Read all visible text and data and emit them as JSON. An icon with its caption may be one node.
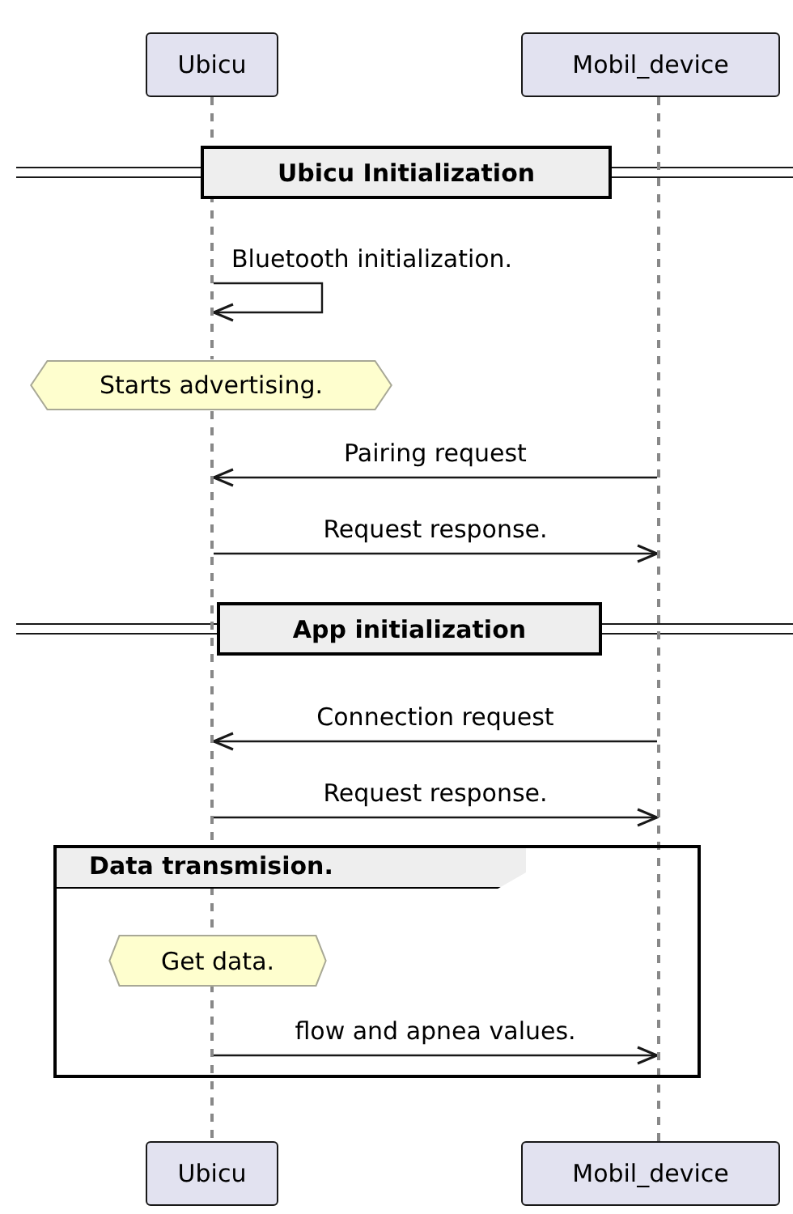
{
  "diagram": {
    "nodes": [
      {
        "text": [
          "Ubicu"
        ]
      },
      {
        "text": [
          "Mobil_device"
        ]
      },
      {
        "text": [],
        "shape": "line"
      },
      {
        "text": [],
        "shape": "line"
      },
      {
        "text": [],
        "shape": "line",
        "in": 10
      },
      {
        "text": [],
        "shape": "line"
      },
      {
        "text": [],
        "shape": "line"
      },
      {
        "text": [
          "Ubicu Initialization"
        ]
      },
      {
        "text": [
          "Starts advertising."
        ]
      },
      {
        "text": [
          "App initialization"
        ]
      },
      {
        "text": [
          "Data transmision."
        ]
      },
      {
        "text": [
          "Get data."
        ],
        "in": 10
      },
      {
        "text": [
          "Ubicu"
        ]
      },
      {
        "text": [
          "Mobil_device"
        ]
      }
    ],
    "edges": [
      {
        "from": 2,
        "to": 2,
        "arrow": "to",
        "label": "Bluetooth initialization."
      },
      {
        "from": 6,
        "to": 3,
        "arrow": "to",
        "label": "Pairing request"
      },
      {
        "from": 3,
        "to": 6,
        "arrow": "to",
        "label": "Request response."
      },
      {
        "from": 6,
        "to": 3,
        "arrow": "to",
        "label": "Connection request"
      },
      {
        "from": 3,
        "to": 6,
        "arrow": "to",
        "label": "Request response."
      },
      {
        "from": 5,
        "to": 6,
        "arrow": "to",
        "label": "flow and apnea values."
      }
    ]
  }
}
